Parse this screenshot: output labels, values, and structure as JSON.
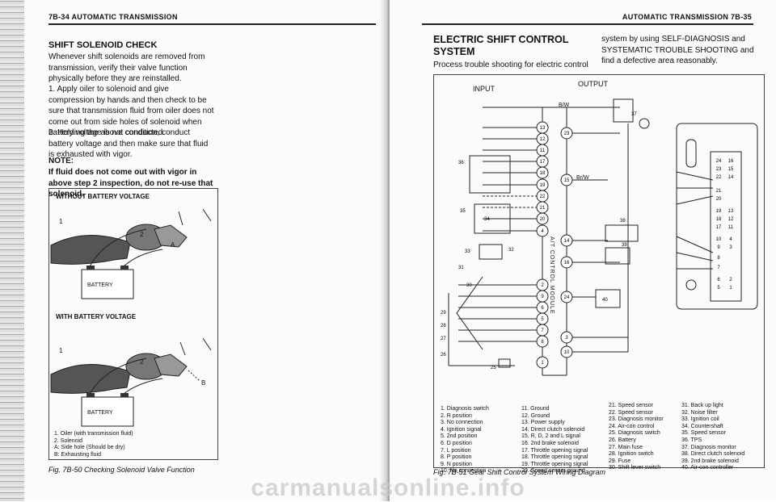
{
  "left_page": {
    "header": "7B-34 AUTOMATIC TRANSMISSION",
    "title": "SHIFT SOLENOID CHECK",
    "intro": "Whenever shift solenoids are removed from transmission, verify their valve function physically before they are reinstalled.",
    "steps": [
      "1. Apply oiler to solenoid and give compression by hands and then check to be sure that transmission fluid from oiler does not come out from side holes of solenoid when battery voltage is not conducted.",
      "2. Holding the above condition, conduct battery voltage and then make sure that fluid is exhausted with vigor."
    ],
    "note_label": "NOTE:",
    "note_text": "If fluid does not come out with vigor in above step 2 inspection, do not re-use that solenoid.",
    "figure": {
      "without_title": "WITHOUT BATTERY VOLTAGE",
      "with_title": "WITH BATTERY VOLTAGE",
      "battery_label": "BATTERY",
      "callout_1": "1",
      "callout_2": "2",
      "callout_a": "A",
      "callout_b": "B",
      "legend": [
        "1. Oiler (with transmission fluid)",
        "2. Solenoid",
        "A: Side hole (Should be dry)",
        "B: Exhausting fluid"
      ],
      "caption": "Fig. 7B-50 Checking Solenoid Valve Function"
    }
  },
  "right_page": {
    "header": "AUTOMATIC TRANSMISSION 7B-35",
    "title": "ELECTRIC SHIFT CONTROL SYSTEM",
    "subtitle": "Process trouble shooting for electric control",
    "intro": "system by using SELF-DIAGNOSIS and SYSTEMATIC TROUBLE SHOOTING and find a defective area reasonably.",
    "diagram": {
      "input_label": "INPUT",
      "output_label": "OUTPUT",
      "module_label": "A/T CONTROL MODULE",
      "wire_bw": "B/W",
      "wire_brw": "Br/W",
      "legend_col1": [
        "1. Diagnosis switch",
        "2. R position",
        "3. No connection",
        "4. Ignition signal",
        "5. 2nd position",
        "6. D position",
        "7. L position",
        "8. P position",
        "9. N position",
        "10. No connection"
      ],
      "legend_col2": [
        "11. Ground",
        "12. Ground",
        "13. Power supply",
        "14. Direct clutch solenoid",
        "15. R, D, 2 and L signal",
        "16. 2nd brake solenoid",
        "17. Throttle opening signal",
        "18. Throttle opening signal",
        "19. Throttle opening signal",
        "20. Speed sensor ground"
      ],
      "legend_col3": [
        "21. Speed sensor",
        "22. Speed sensor",
        "23. Diagnosis monitor",
        "24. Air-con control",
        "25. Diagnosis switch",
        "26. Battery",
        "27. Main fuse",
        "28. Ignition switch",
        "29. Fuse",
        "30. Shift lever switch"
      ],
      "legend_col4": [
        "31. Back up light",
        "32. Noise filter",
        "33. Ignition coil",
        "34. Countershaft",
        "35. Speed sensor",
        "36. TPS",
        "37. Diagnosis monitor",
        "38. Direct clutch solenoid",
        "39. 2nd brake solenoid",
        "40. Air-con controller"
      ],
      "caption": "Fig. 7B-51 Gear Shift Control System Wiring Diagram"
    }
  },
  "watermark": "carmanualsonline.info"
}
